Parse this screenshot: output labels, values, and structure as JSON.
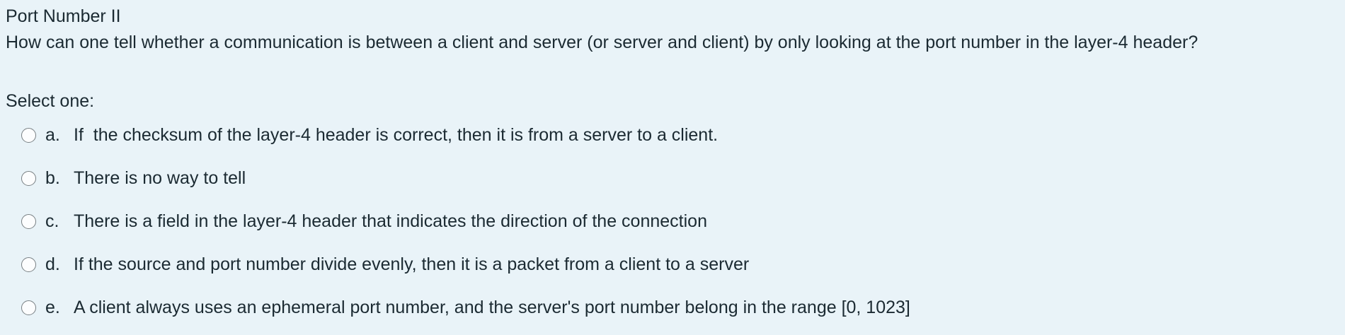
{
  "page": {
    "background_color": "#e9f3f8",
    "text_color": "#1b2a32"
  },
  "question": {
    "title": "Port Number II",
    "prompt": "How can one tell whether a communication is between a client and server (or server and client) by only looking at the port number in the layer-4 header?",
    "select_label": "Select one:",
    "options": [
      {
        "letter": "a.",
        "text": "If  the checksum of the layer-4 header is correct, then it is from a server to a client.",
        "selected": false
      },
      {
        "letter": "b.",
        "text": "There is no way to tell",
        "selected": false
      },
      {
        "letter": "c.",
        "text": "There is a field in the layer-4 header that indicates the direction of the connection",
        "selected": false
      },
      {
        "letter": "d.",
        "text": "If the source and port number divide evenly, then it is a packet from a client to a server",
        "selected": false
      },
      {
        "letter": "e.",
        "text": "A client always uses an ephemeral port number, and the server's port number belong in the range [0, 1023]",
        "selected": false
      }
    ]
  }
}
